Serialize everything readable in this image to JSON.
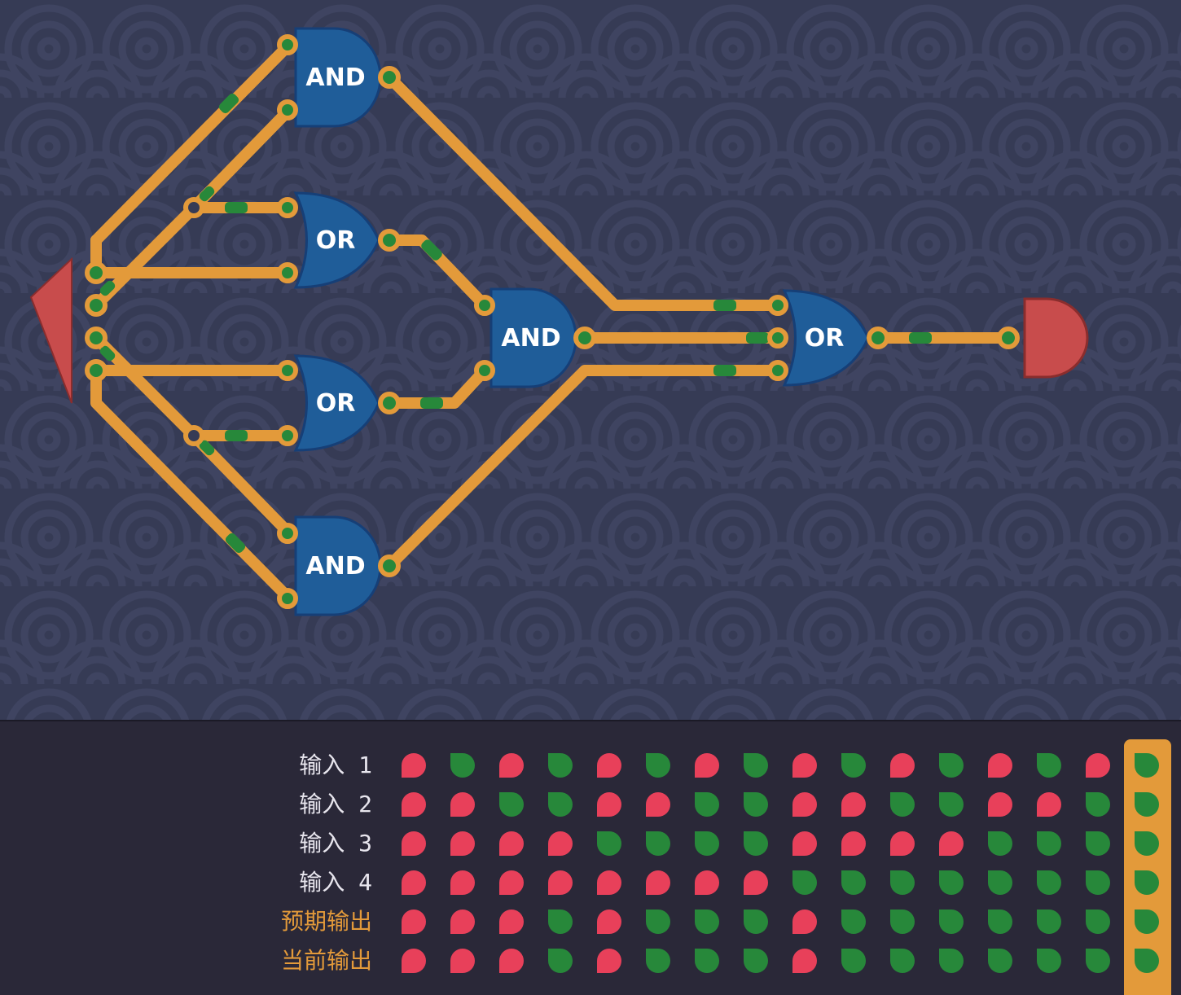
{
  "circuit": {
    "gates": [
      {
        "id": "and-top",
        "label": "AND"
      },
      {
        "id": "or-upper",
        "label": "OR"
      },
      {
        "id": "or-lower",
        "label": "OR"
      },
      {
        "id": "and-bottom",
        "label": "AND"
      },
      {
        "id": "and-middle",
        "label": "AND"
      },
      {
        "id": "or-final",
        "label": "OR"
      }
    ]
  },
  "truth_table": {
    "rows": [
      {
        "label": "输入 1",
        "style": "white",
        "values": [
          0,
          1,
          0,
          1,
          0,
          1,
          0,
          1,
          0,
          1,
          0,
          1,
          0,
          1,
          0,
          1
        ]
      },
      {
        "label": "输入 2",
        "style": "white",
        "values": [
          0,
          0,
          1,
          1,
          0,
          0,
          1,
          1,
          0,
          0,
          1,
          1,
          0,
          0,
          1,
          1
        ]
      },
      {
        "label": "输入 3",
        "style": "white",
        "values": [
          0,
          0,
          0,
          0,
          1,
          1,
          1,
          1,
          0,
          0,
          0,
          0,
          1,
          1,
          1,
          1
        ]
      },
      {
        "label": "输入 4",
        "style": "white",
        "values": [
          0,
          0,
          0,
          0,
          0,
          0,
          0,
          0,
          1,
          1,
          1,
          1,
          1,
          1,
          1,
          1
        ]
      },
      {
        "label": "预期输出",
        "style": "orange",
        "values": [
          0,
          0,
          0,
          1,
          0,
          1,
          1,
          1,
          0,
          1,
          1,
          1,
          1,
          1,
          1,
          1
        ]
      },
      {
        "label": "当前输出",
        "style": "orange",
        "values": [
          0,
          0,
          0,
          1,
          0,
          1,
          1,
          1,
          0,
          1,
          1,
          1,
          1,
          1,
          1,
          1
        ]
      }
    ],
    "highlighted_column": 16
  },
  "colors": {
    "wire": "#e39a3a",
    "gate": "#1f5d99",
    "signal_on": "#27883a",
    "signal_off": "#e8405a",
    "endpoint": "#c84c4c"
  }
}
